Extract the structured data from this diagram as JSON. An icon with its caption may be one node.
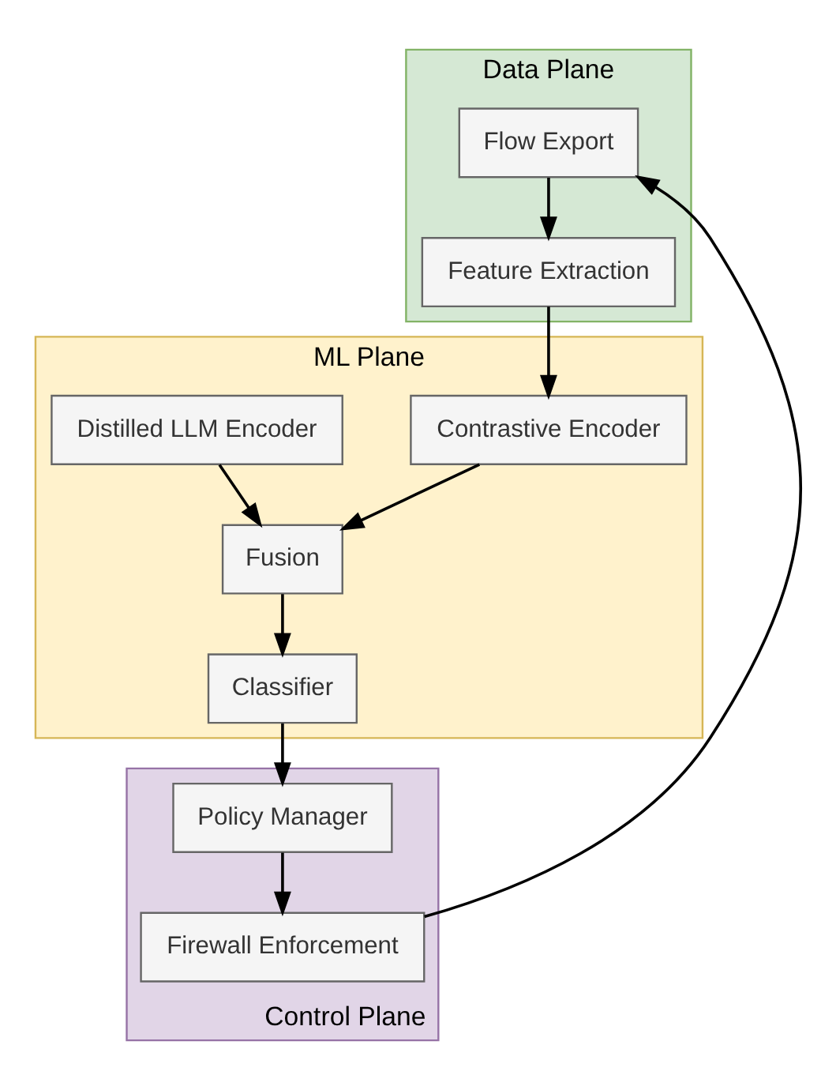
{
  "diagram": {
    "nodes": [
      {
        "text": [
          "Data Plane"
        ]
      },
      {
        "text": [
          "Flow Export"
        ],
        "in": 0
      },
      {
        "text": [
          "Feature Extraction"
        ],
        "in": 0
      },
      {
        "text": [
          "ML Plane"
        ]
      },
      {
        "text": [
          "Contrastive Encoder"
        ],
        "in": 3
      },
      {
        "text": [
          "Distilled LLM Encoder"
        ],
        "in": 3
      },
      {
        "text": [
          "Fusion"
        ],
        "in": 3
      },
      {
        "text": [
          "Classifier"
        ],
        "in": 3
      },
      {
        "text": [
          "Control Plane"
        ]
      },
      {
        "text": [
          "Policy Manager"
        ],
        "in": 8
      },
      {
        "text": [
          "Firewall Enforcement"
        ],
        "in": 8
      }
    ],
    "edges": [
      {
        "from": 1,
        "to": 2,
        "arrow": "to"
      },
      {
        "from": 2,
        "to": 4,
        "arrow": "to"
      },
      {
        "from": 4,
        "to": 6,
        "arrow": "to"
      },
      {
        "from": 5,
        "to": 6,
        "arrow": "to"
      },
      {
        "from": 6,
        "to": 7,
        "arrow": "to"
      },
      {
        "from": 7,
        "to": 9,
        "arrow": "to"
      },
      {
        "from": 9,
        "to": 10,
        "arrow": "to"
      },
      {
        "from": 10,
        "to": 1,
        "arrow": "to"
      }
    ]
  }
}
